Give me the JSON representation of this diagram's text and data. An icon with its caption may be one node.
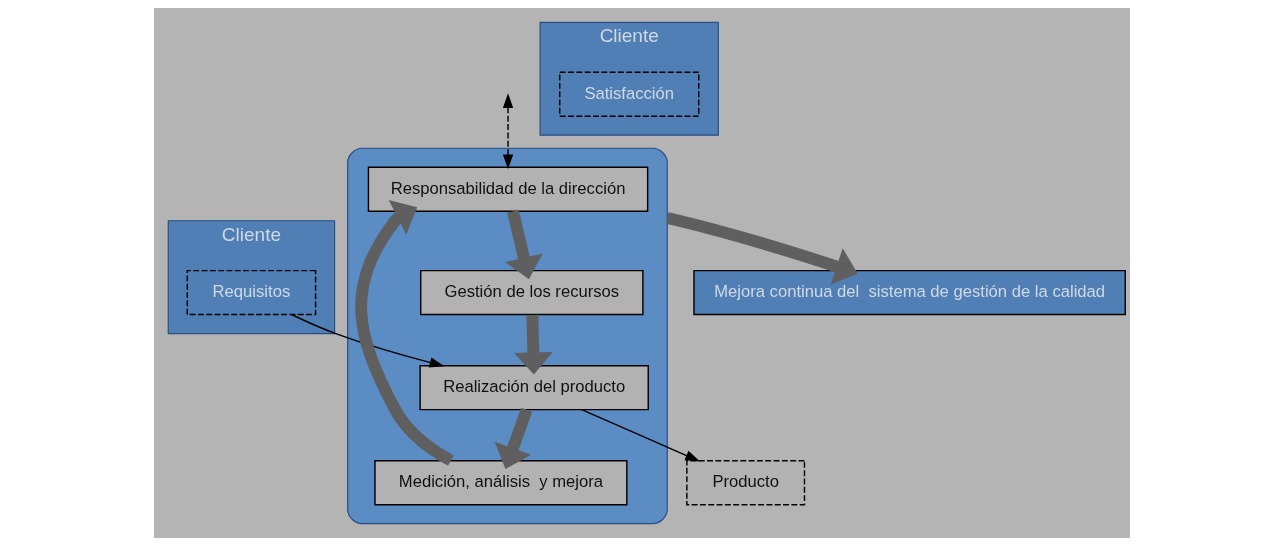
{
  "diagram": {
    "nodes": [
      {
        "text": [
          "Mejora continua del  sistema de gestión de la calidad"
        ]
      },
      {
        "text": [
          "Cliente"
        ]
      },
      {
        "text": [
          "Requisitos"
        ],
        "in": 1
      },
      {
        "text": [],
        "shape": "ellipse"
      },
      {
        "text": [
          "Responsabilidad de la dirección"
        ],
        "in": 3
      },
      {
        "text": [
          "Gestión de los recursos"
        ],
        "in": 3
      },
      {
        "text": [
          "Medición, análisis  y mejora"
        ],
        "in": 3
      },
      {
        "text": [
          "Realización del producto"
        ],
        "in": 3
      },
      {
        "text": [
          "Producto"
        ]
      },
      {
        "text": [
          "Cliente"
        ]
      },
      {
        "text": [
          "Satisfacción"
        ],
        "in": 9
      }
    ],
    "edges": [
      {
        "from": null,
        "to": 4,
        "arrow": "both",
        "style": "dashed",
        "color": "#000000"
      },
      {
        "from": 4,
        "to": 5,
        "arrow": "to"
      },
      {
        "from": 5,
        "to": 7,
        "arrow": "to"
      },
      {
        "from": 7,
        "to": 6,
        "arrow": "to"
      },
      {
        "from": 6,
        "to": 4,
        "arrow": "to"
      },
      {
        "from": 3,
        "to": 0,
        "arrow": "to"
      },
      {
        "from": 2,
        "to": 7,
        "arrow": "to",
        "color": "#000000"
      },
      {
        "from": 7,
        "to": 8,
        "arrow": "to",
        "color": "#000000"
      }
    ]
  }
}
